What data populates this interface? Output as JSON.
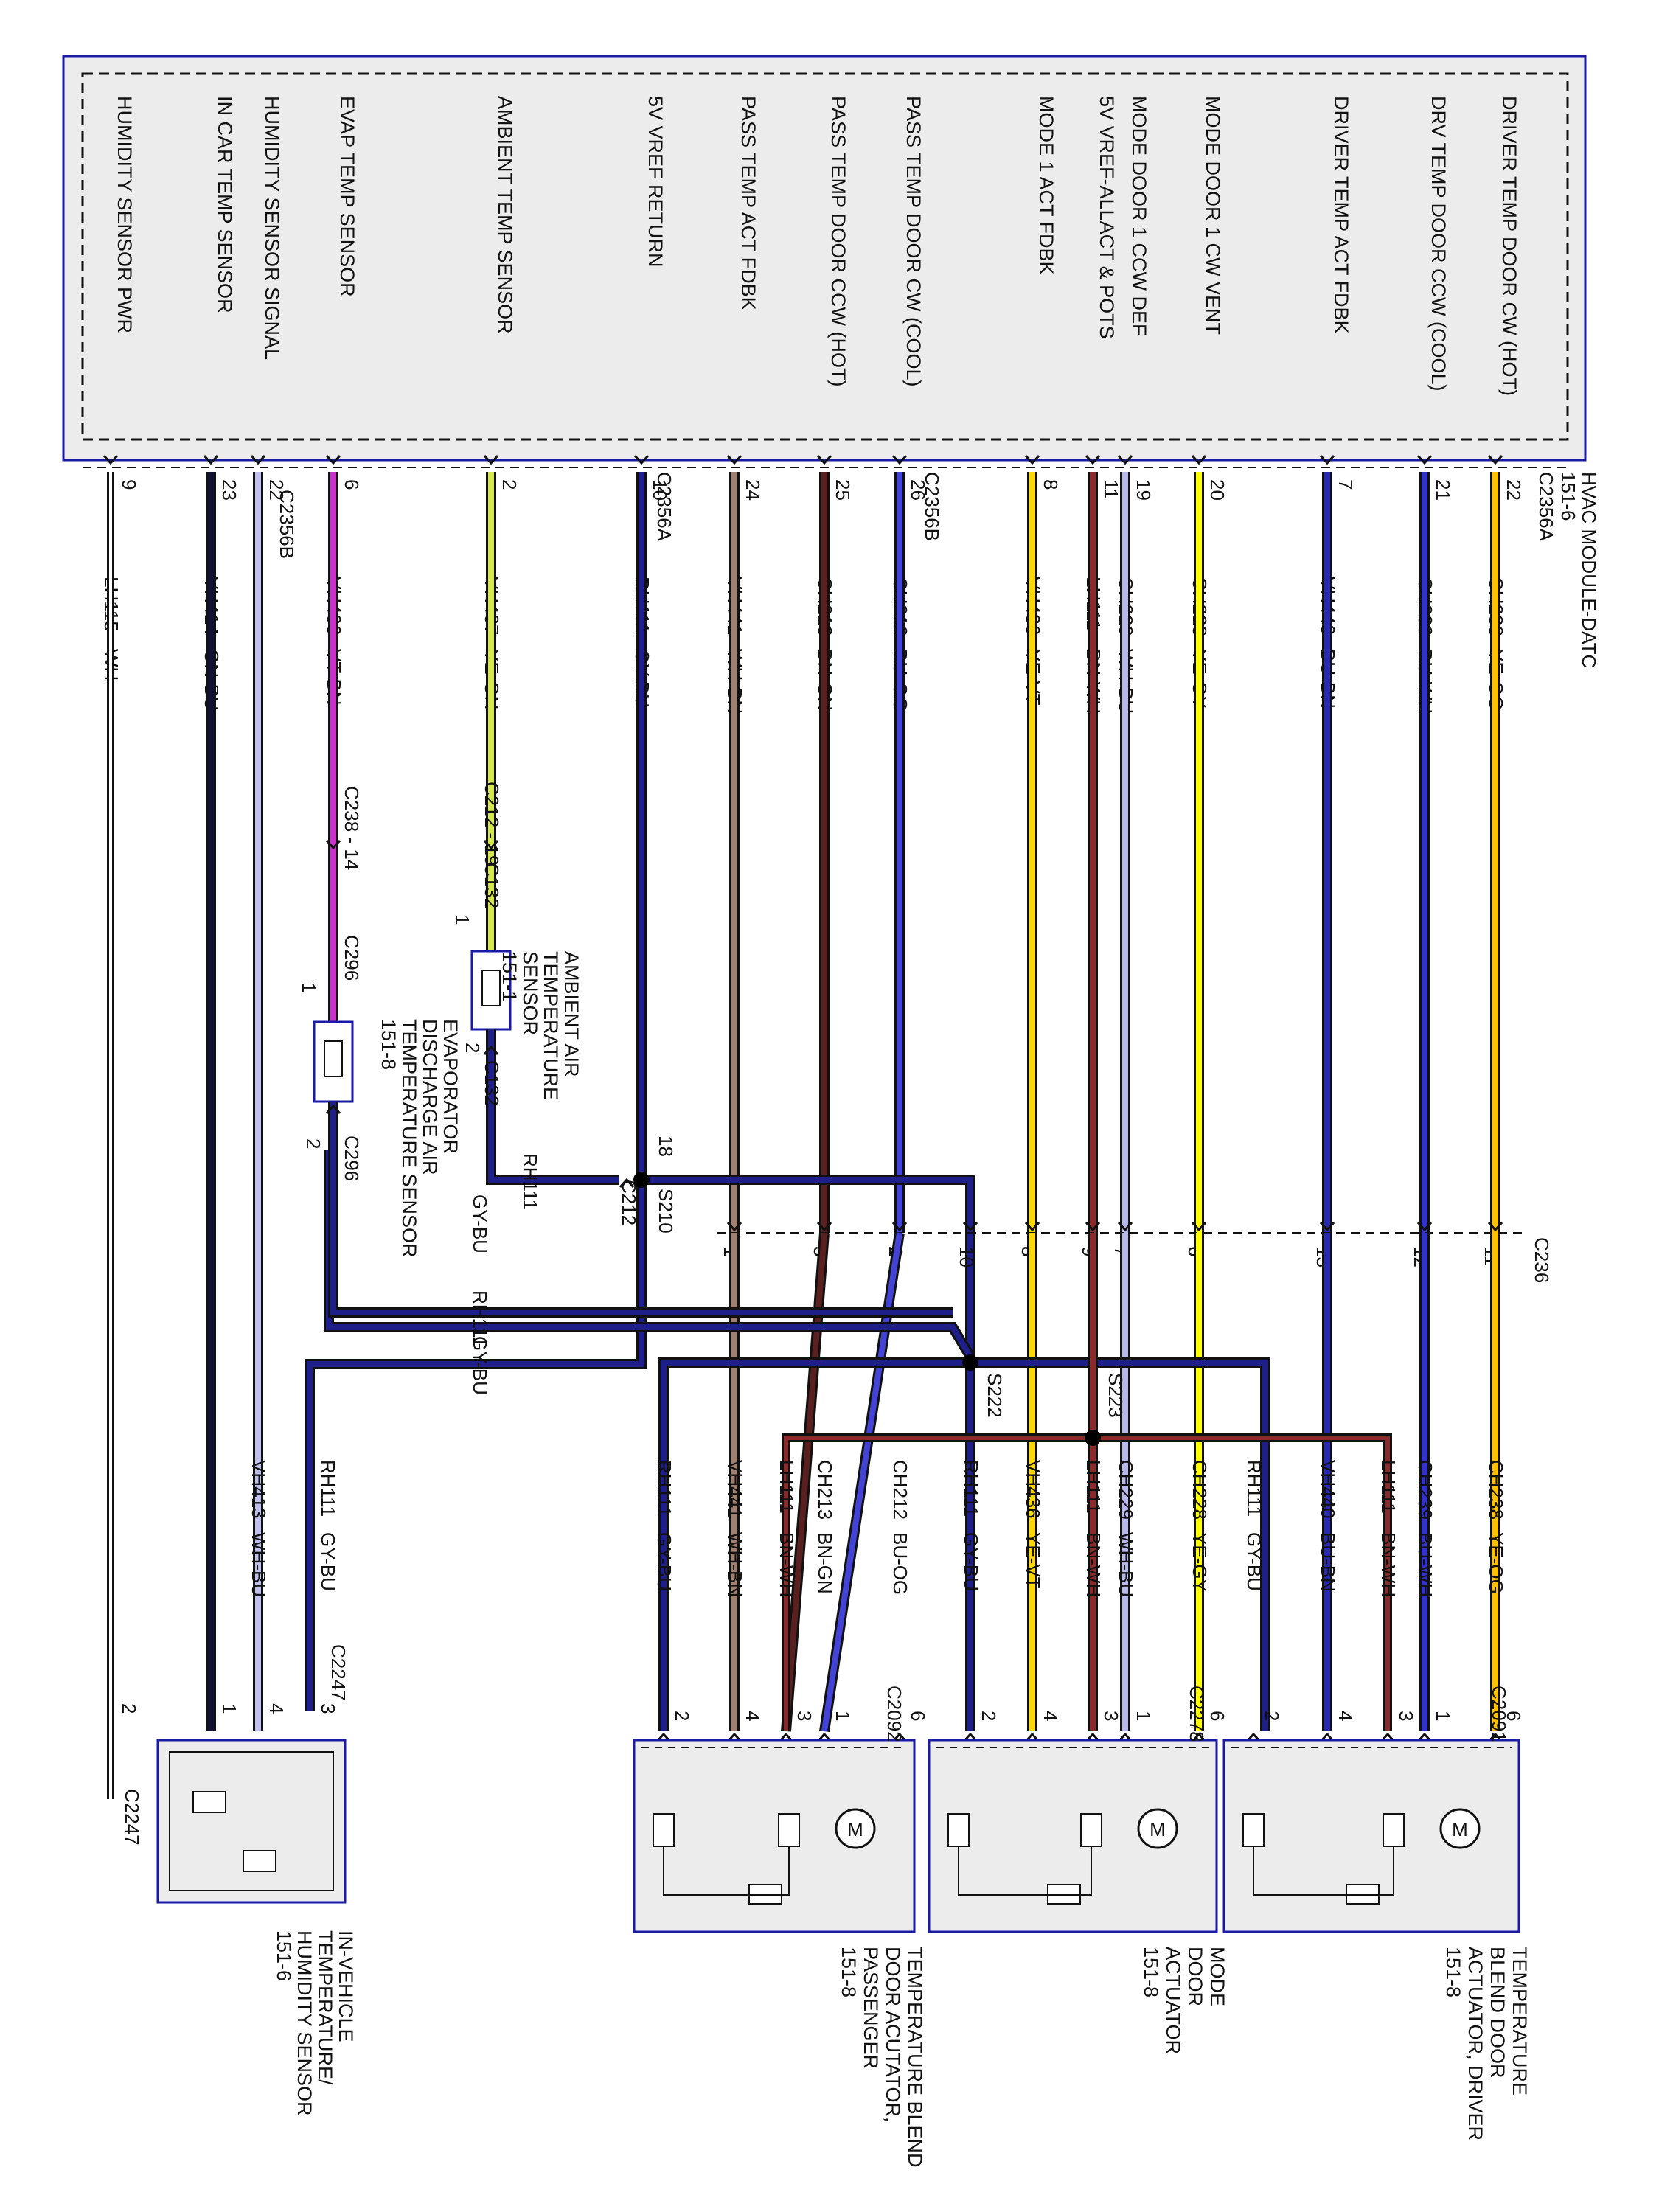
{
  "module": {
    "title_line1": "HVAC MODULE-DATC",
    "title_line2": "151-6",
    "connector_a": "C2356A",
    "connector_b": "C2356B"
  },
  "inline_connector": "C236",
  "colors": {
    "box_border": "#1a1aa6",
    "component_fill": "#ececec",
    "wire_outline": "#111111"
  },
  "wire_colors": {
    "YE-OG": "#ffc000",
    "BU-WH": "#3333cc",
    "BU-BN": "#2a2ab0",
    "YE-GY": "#ffff00",
    "WH-BU": "#b8b8ea",
    "BN-WH": "#8b2a2a",
    "YE-VT": "#ffd700",
    "BU-OG": "#4343d6",
    "BN-GN": "#5a1f1f",
    "WH-BN": "#a08070",
    "GY-BU": "#1f1f8a",
    "YE-GN": "#d4e650",
    "VT-BN": "#cc2fcc",
    "GN-BU": "#111133",
    "WH-BU2": "#c0c0ec",
    "WH": "#ffffff"
  },
  "pins": [
    {
      "label": "DRIVER TEMP DOOR CW (HOT)",
      "pin": "22",
      "circuit": "CH238",
      "color": "YE-OG"
    },
    {
      "label": "DRV TEMP DOOR CCW (COOL)",
      "pin": "21",
      "circuit": "CH239",
      "color": "BU-WH"
    },
    {
      "label": "DRIVER TEMP ACT FDBK",
      "pin": "7",
      "circuit": "VH440",
      "color": "BU-BN"
    },
    {
      "label": "MODE DOOR 1 CW VENT",
      "pin": "20",
      "circuit": "CH228",
      "color": "YE-GY"
    },
    {
      "label": "MODE DOOR 1 CCW DEF",
      "pin": "19",
      "circuit": "CH229",
      "color": "WH-BU"
    },
    {
      "label": "5V VREF-ALLACT & POTS",
      "pin": "11",
      "circuit": "LH111",
      "color": "BN-WH"
    },
    {
      "label": "MODE 1 ACT FDBK",
      "pin": "8",
      "circuit": "VH436",
      "color": "YE-VT"
    },
    {
      "label": "PASS TEMP DOOR CW (COOL)",
      "pin": "26",
      "circuit": "CH212",
      "color": "BU-OG"
    },
    {
      "label": "PASS TEMP DOOR CCW (HOT)",
      "pin": "25",
      "circuit": "CH213",
      "color": "BN-GN"
    },
    {
      "label": "PASS TEMP ACT FDBK",
      "pin": "24",
      "circuit": "VH441",
      "color": "WH-BN"
    },
    {
      "label": "5V VREF RETURN",
      "pin": "10",
      "circuit": "RH111",
      "color": "GY-BU"
    },
    {
      "label": "AMBIENT TEMP SENSOR",
      "pin": "2",
      "circuit": "VH407",
      "color": "YE-GN"
    },
    {
      "label": "EVAP TEMP SENSOR",
      "pin": "6",
      "circuit": "VH406",
      "color": "VT-BN"
    },
    {
      "label": "HUMIDITY SENSOR SIGNAL",
      "pin": "22",
      "circuit": "",
      "color": "WH-BU2"
    },
    {
      "label": "IN CAR TEMP SENSOR",
      "pin": "23",
      "circuit": "VH414",
      "color": "GN-BU"
    },
    {
      "label": "HUMIDITY SENSOR PWR",
      "pin": "9",
      "circuit": "LH115",
      "color": "WH"
    }
  ],
  "c236_pins": [
    "11",
    "12",
    "13",
    "6",
    "7",
    "9",
    "8",
    "10",
    "2",
    "3",
    "1"
  ],
  "bottom_wires": [
    {
      "circuit": "CH238",
      "color": "YE-OG",
      "pin": "6"
    },
    {
      "circuit": "CH239",
      "color": "BU-WH",
      "pin": "1"
    },
    {
      "circuit": "LH111",
      "color": "BN-WH",
      "pin": "3"
    },
    {
      "circuit": "VH440",
      "color": "BU-BN",
      "pin": "4"
    },
    {
      "circuit": "RH111",
      "color": "GY-BU",
      "pin": "2"
    },
    {
      "circuit": "CH228",
      "color": "YE-GY",
      "pin": "6"
    },
    {
      "circuit": "CH229",
      "color": "WH-BU",
      "pin": "1"
    },
    {
      "circuit": "LH111",
      "color": "BN-WH",
      "pin": "3"
    },
    {
      "circuit": "VH436",
      "color": "YE-VT",
      "pin": "4"
    },
    {
      "circuit": "RH111",
      "color": "GY-BU",
      "pin": "2"
    },
    {
      "circuit": "CH212",
      "color": "BU-OG",
      "pin": "6"
    },
    {
      "circuit": "CH213",
      "color": "BN-GN",
      "pin": "1"
    },
    {
      "circuit": "LH111",
      "color": "BN-WH",
      "pin": "3"
    },
    {
      "circuit": "VH441",
      "color": "WH-BN",
      "pin": "4"
    },
    {
      "circuit": "RH111",
      "color": "GY-BU",
      "pin": "2"
    }
  ],
  "actuators": [
    {
      "conn": "C2091",
      "lines": [
        "TEMPERATURE",
        "BLEND DOOR",
        "ACTUATOR, DRIVER",
        "151-8"
      ]
    },
    {
      "conn": "C2278",
      "lines": [
        "MODE",
        "DOOR",
        "ACTUATOR",
        "151-8"
      ]
    },
    {
      "conn": "C2092",
      "lines": [
        "TEMPERATURE BLEND",
        "DOOR ACUTATOR,",
        "PASSENGER",
        "151-8"
      ]
    }
  ],
  "splices": {
    "s210": "S210",
    "s222": "S222",
    "s223": "S223",
    "c212_pin": "18",
    "c212": "C212"
  },
  "ambient": {
    "conn_a": "C212 - 19",
    "conn_b": "C132",
    "pin1": "1",
    "pin2": "2",
    "lines": [
      "AMBIENT AIR",
      "TEMPERATURE",
      "SENSOR",
      "151-1"
    ]
  },
  "evap": {
    "conn_a": "C238 - 14",
    "conn_b": "C296",
    "pin1": "1",
    "pin2": "2",
    "lines": [
      "EVAPORATOR",
      "DISCHARGE AIR",
      "TEMPERATURE SENSOR",
      "151-8"
    ]
  },
  "rh111_label": {
    "circuit": "RH111",
    "color": "GY-BU"
  },
  "humidity": {
    "conn": "C2247",
    "pins": [
      "1",
      "4",
      "3",
      "2"
    ],
    "vh413": {
      "circuit": "VH413",
      "color": "WH-BU"
    },
    "rh111": {
      "circuit": "RH111",
      "color": "GY-BU"
    },
    "lines": [
      "IN-VEHICLE",
      "TEMPERATURE/",
      "HUMIDITY SENSOR",
      "151-6"
    ]
  }
}
